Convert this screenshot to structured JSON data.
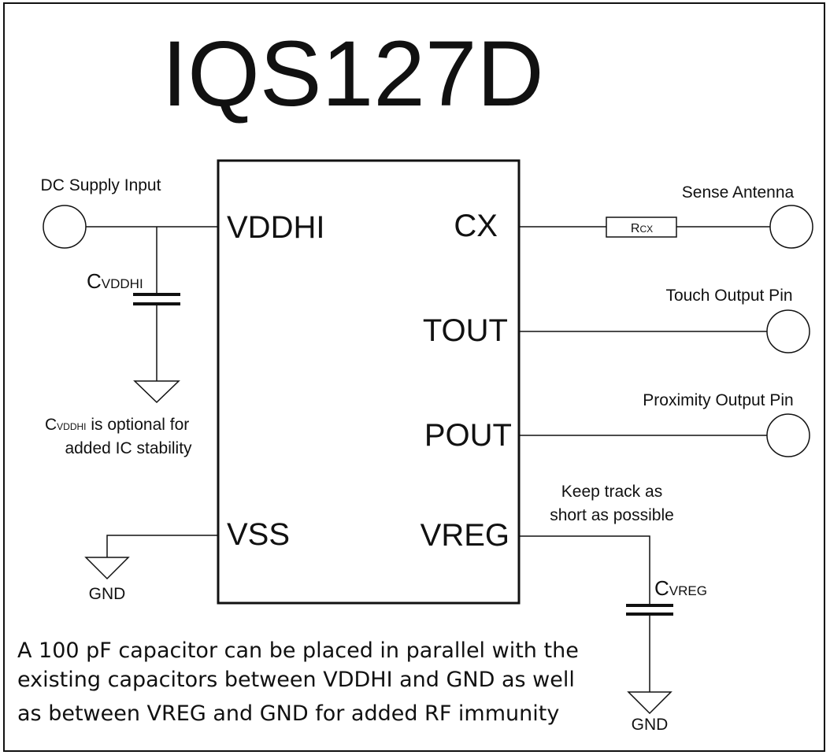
{
  "title": "IQS127D",
  "pins": {
    "vddhi": "VDDHI",
    "vss": "VSS",
    "cx": "CX",
    "tout": "TOUT",
    "pout": "POUT",
    "vreg": "VREG"
  },
  "labels": {
    "dc_supply_input": "DC Supply Input",
    "sense_antenna": "Sense Antenna",
    "touch_output_pin": "Touch Output Pin",
    "proximity_output_pin": "Proximity Output Pin",
    "resistor_main": "R",
    "resistor_sub": "CX",
    "cap_vddhi_main": "C",
    "cap_vddhi_sub": "VDDHI",
    "cap_vreg_main": "C",
    "cap_vreg_sub": "VREG",
    "gnd_left": "GND",
    "gnd_right": "GND"
  },
  "notes": {
    "cvddhi_main": "C",
    "cvddhi_sub": "VDDHI",
    "cvddhi_line1_rest": " is optional for",
    "cvddhi_line2": "added IC stability",
    "keep_track_line1": "Keep track as",
    "keep_track_line2": "short as possible",
    "footer_line1": "A 100 pF capacitor can be placed in parallel with the",
    "footer_line2": "existing capacitors between VDDHI and GND as well",
    "footer_line3": "as between VREG and GND for added RF immunity"
  },
  "colors": {
    "stroke": "#111111",
    "background": "#ffffff"
  }
}
